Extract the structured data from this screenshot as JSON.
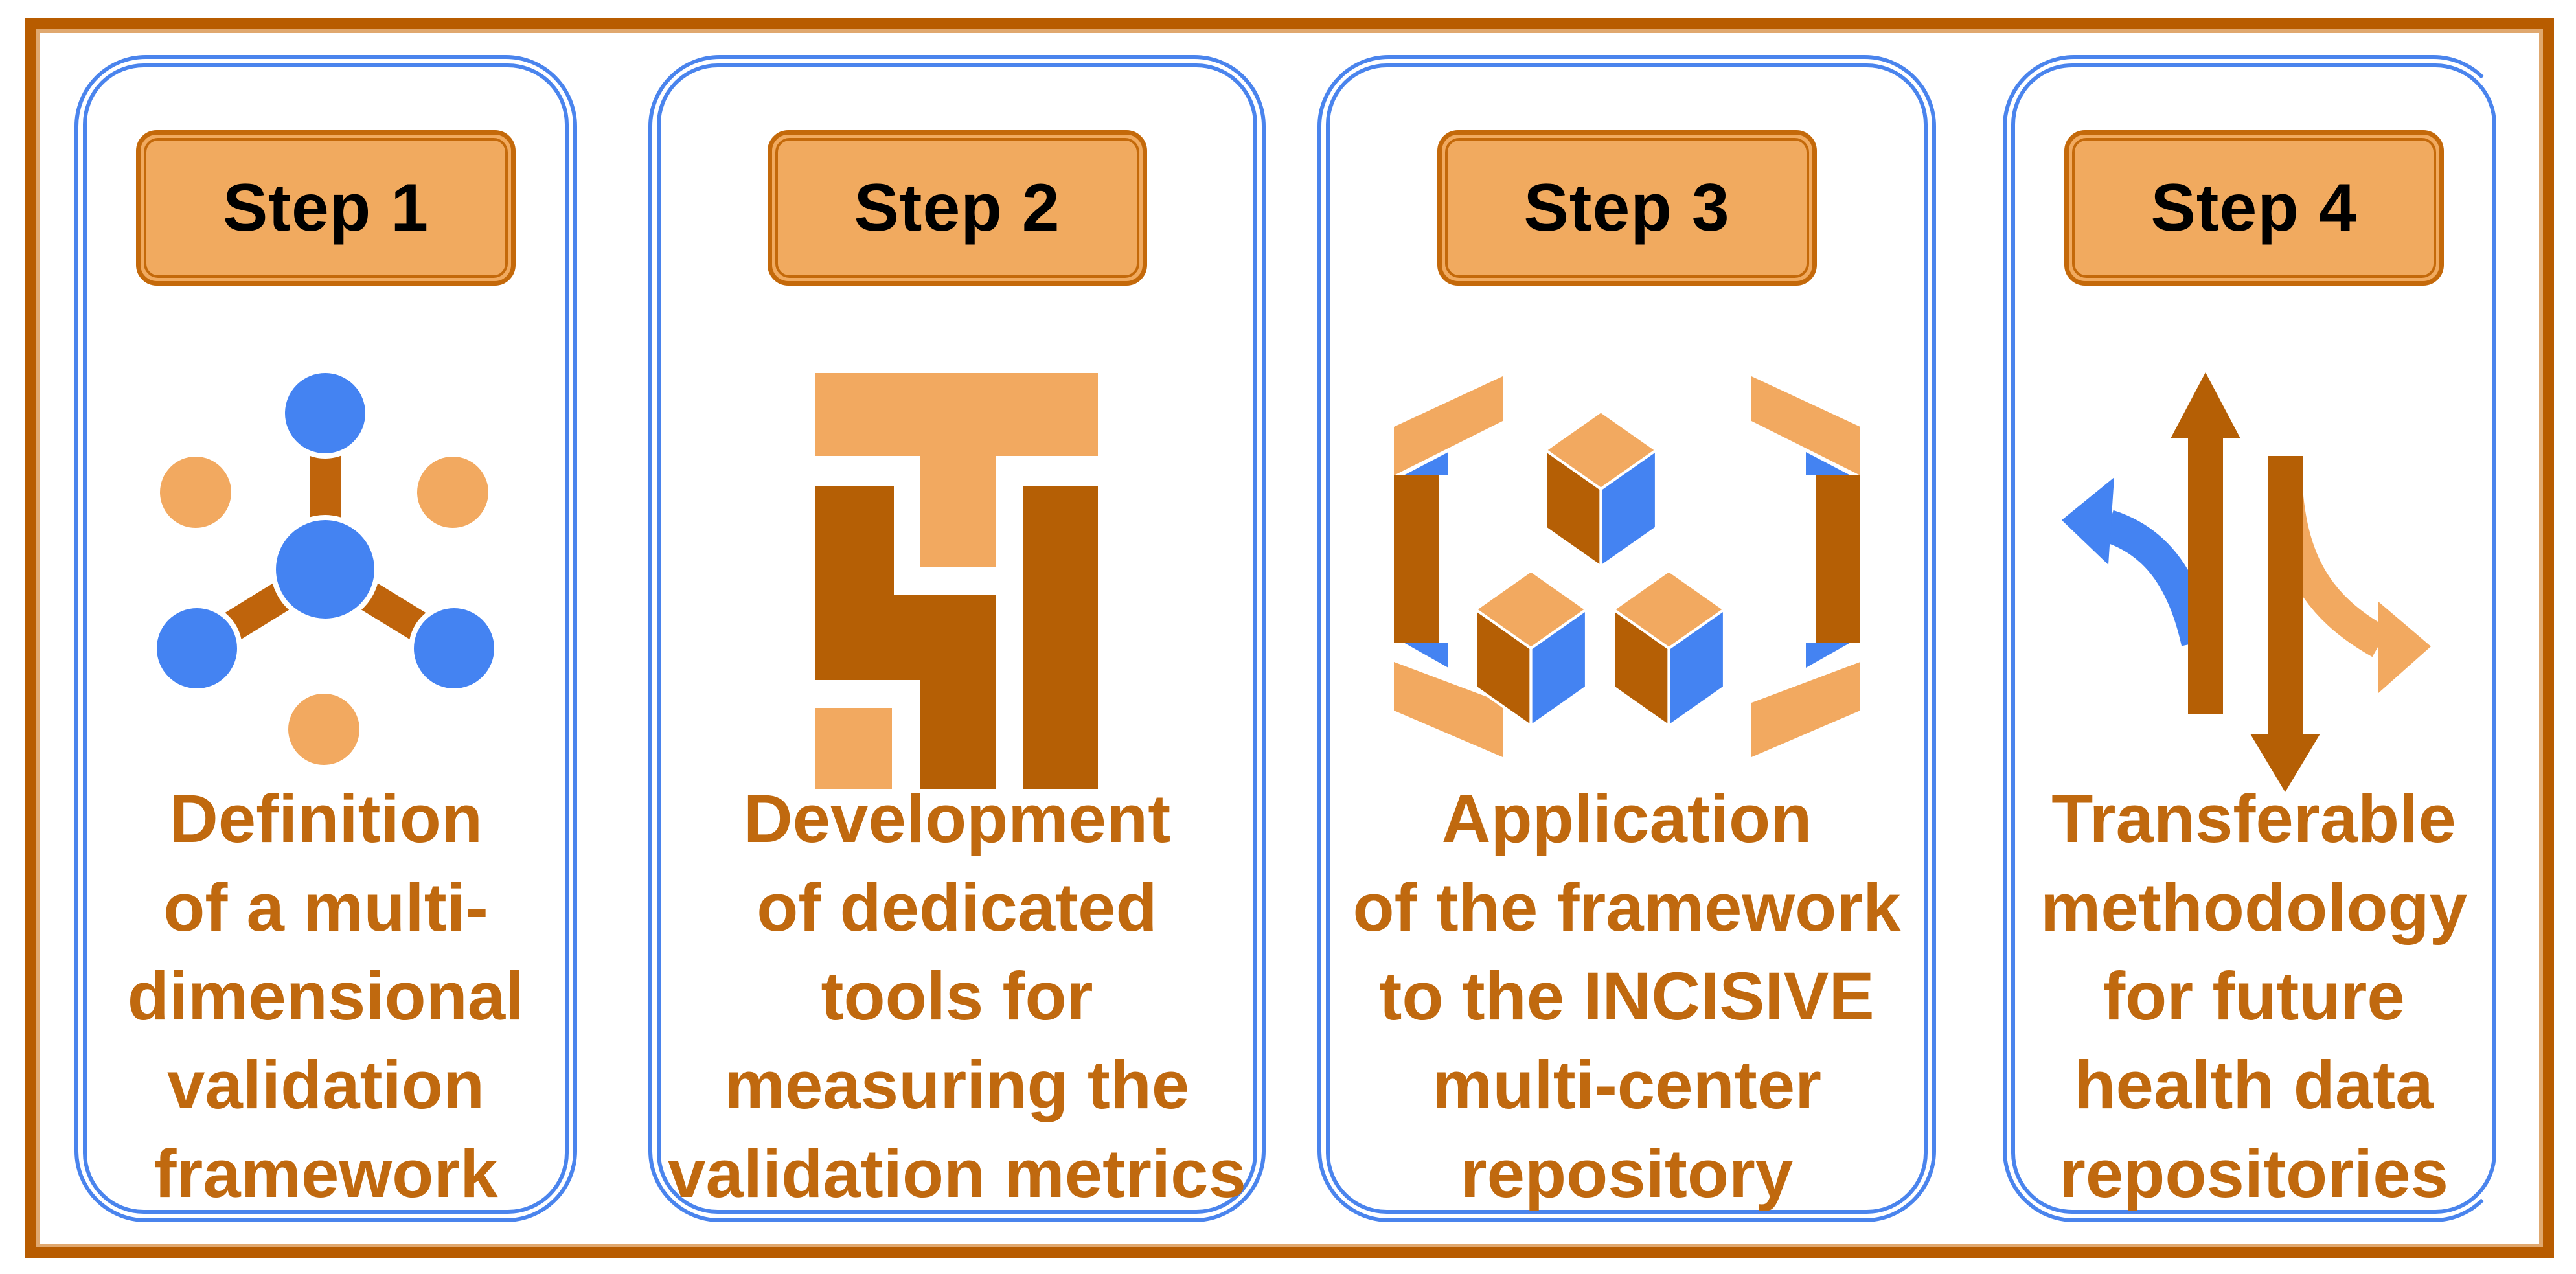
{
  "diagram_title": "Four-step validation framework process",
  "palette": {
    "frame_orange_dark": "#b85c00",
    "frame_orange_light": "#e0a86f",
    "card_border_blue": "#4a84ed",
    "card4_right_band_blue": "#a7c3f7",
    "badge_fill": "#f1aa5f",
    "badge_border": "#c4690a",
    "badge_text": "#000000",
    "caption_text": "#c0690f",
    "icon_blue": "#4483f2",
    "icon_light_orange": "#f2a960",
    "icon_dark_orange": "#b55f05"
  },
  "steps": [
    {
      "label": "Step 1",
      "icon": "molecule-network-icon",
      "lines": [
        "Definition",
        "of a multi-",
        "dimensional",
        "validation",
        "framework"
      ]
    },
    {
      "label": "Step 2",
      "icon": "building-blocks-icon",
      "lines": [
        "Development",
        "of dedicated",
        "tools for",
        "measuring the",
        "validation metrics"
      ]
    },
    {
      "label": "Step 3",
      "icon": "cubes-repository-icon",
      "lines": [
        "Application",
        "of the framework",
        "to the INCISIVE",
        "multi-center",
        "repository"
      ]
    },
    {
      "label": "Step 4",
      "icon": "transfer-arrows-icon",
      "lines": [
        "Transferable",
        "methodology",
        "for future",
        "health data",
        "repositories"
      ]
    }
  ]
}
